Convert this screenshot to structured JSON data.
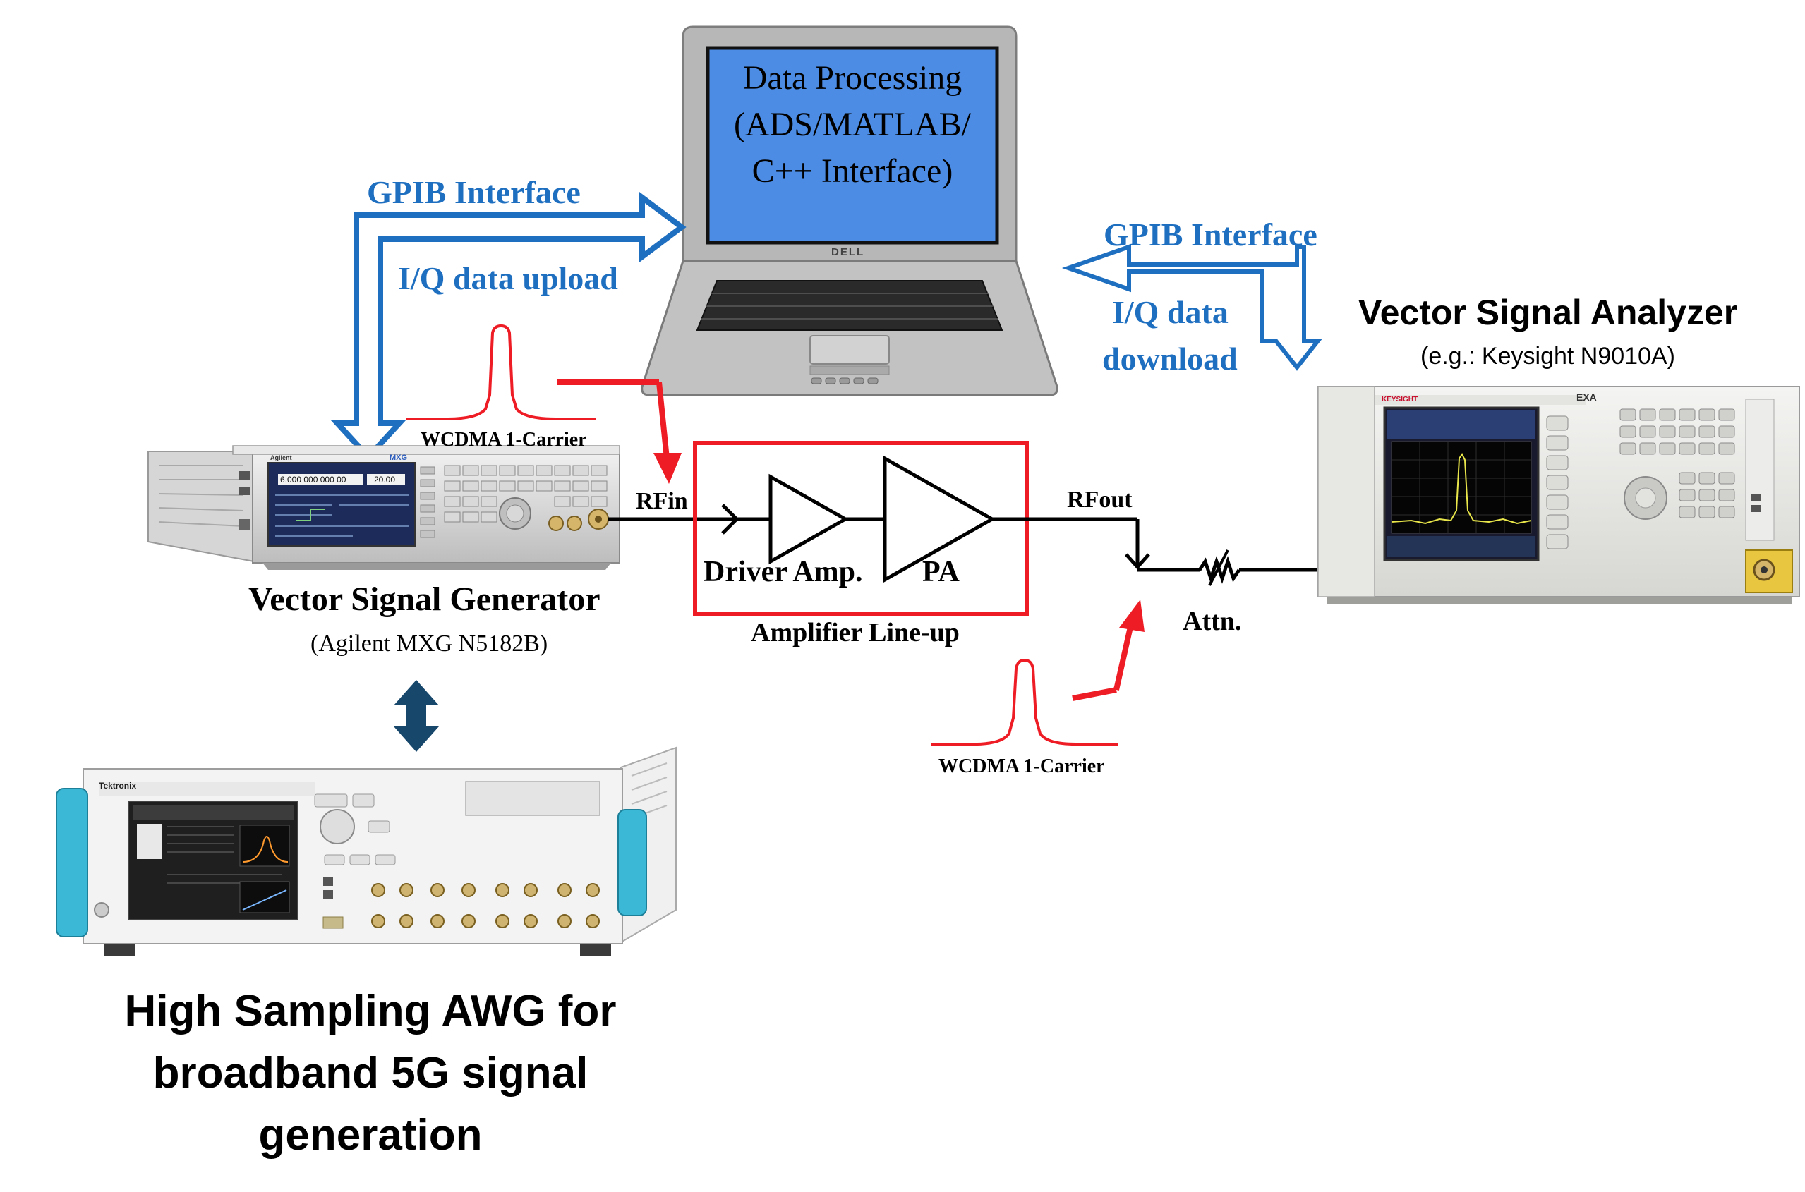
{
  "colors": {
    "interface_blue": "#1f6fc0",
    "signal_red": "#ee1c25",
    "arrow_navy": "#17486b",
    "screen_blue": "#4d8ce4",
    "wire_black": "#000000"
  },
  "laptop": {
    "screen_lines": [
      "Data Processing",
      "(ADS/MATLAB/",
      "C++ Interface)"
    ],
    "brand": "DELL"
  },
  "links": {
    "left_interface": "GPIB Interface",
    "left_action": "I/Q data upload",
    "right_interface": "GPIB Interface",
    "right_action_line1": "I/Q data",
    "right_action_line2": "download"
  },
  "vsg": {
    "title": "Vector Signal Generator",
    "subtitle": "(Agilent MXG N5182B)",
    "panel_brand": "Agilent",
    "panel_model": "MXG",
    "freq_readout": "6.000 000 000 00",
    "ampl_readout": "20.00"
  },
  "vsa": {
    "title": "Vector Signal Analyzer",
    "subtitle": "(e.g.: Keysight N9010A)",
    "panel_brand": "KEYSIGHT",
    "panel_model": "EXA"
  },
  "awg": {
    "title_lines": [
      "High Sampling AWG for",
      "broadband 5G signal",
      "generation"
    ],
    "panel_brand": "Tektronix"
  },
  "signals": {
    "input_tag": "WCDMA 1-Carrier",
    "interferer_tag": "WCDMA 1-Carrier"
  },
  "chain": {
    "rf_in": "RFin",
    "rf_out": "RFout",
    "driver": "Driver Amp.",
    "pa": "PA",
    "lineup": "Amplifier Line-up",
    "attenuator": "Attn."
  }
}
